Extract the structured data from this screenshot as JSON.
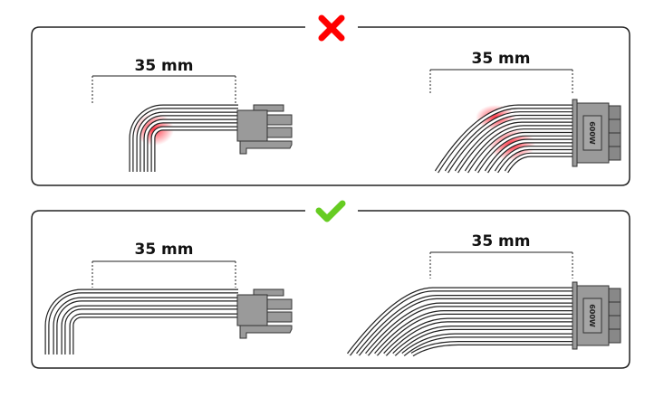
{
  "panels": [
    {
      "status": "incorrect",
      "status_icon": "x-icon",
      "status_color": "#ff0000",
      "left": {
        "measurement": "35 mm"
      },
      "right": {
        "measurement": "35 mm",
        "connector_rating": "600W"
      }
    },
    {
      "status": "correct",
      "status_icon": "check-icon",
      "status_color": "#66cc22",
      "left": {
        "measurement": "35 mm"
      },
      "right": {
        "measurement": "35 mm",
        "connector_rating": "600W"
      }
    }
  ],
  "colors": {
    "connector": "#9a9a9a",
    "stress": "#ff2a3a",
    "border": "#222222"
  }
}
